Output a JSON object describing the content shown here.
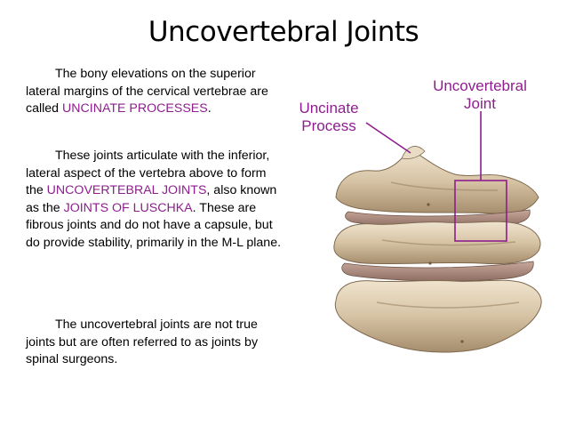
{
  "title": "Uncovertebral Joints",
  "paragraph1": {
    "part1": "The bony elevations on the superior lateral margins of the cervical vertebrae are called ",
    "highlight1": "UNCINATE PROCESSES",
    "part2": "."
  },
  "paragraph2": {
    "part1": "These joints articulate with the inferior, lateral aspect of the vertebra above to form the ",
    "highlight1": "UNCOVERTEBRAL JOINTS",
    "part2": ", also known as the ",
    "highlight2": "JOINTS OF LUSCHKA",
    "part3": ". These are fibrous joints and do not have a capsule, but do provide stability, primarily in the M-L plane."
  },
  "paragraph3": {
    "text": "The uncovertebral joints are not true joints but are often referred to as joints by spinal surgeons."
  },
  "labels": {
    "uncinate_line1": "Uncinate",
    "uncinate_line2": "Process",
    "joint_line1": "Uncovertebral",
    "joint_line2": "Joint"
  },
  "colors": {
    "highlight": "#8e1d8e",
    "bone": "#d8c6a8",
    "disc": "#b08e82"
  }
}
